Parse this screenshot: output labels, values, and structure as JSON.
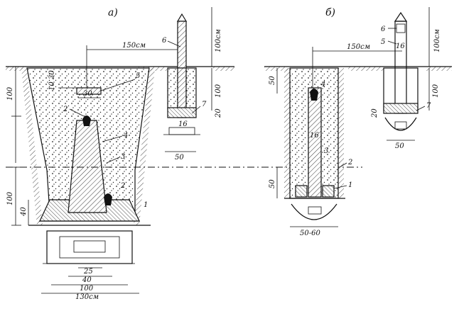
{
  "panel_a": {
    "title": "а)",
    "dimensions": {
      "top_depth": "100",
      "bottom_depth": "100",
      "base_height": "40",
      "small_10": "10",
      "small_30": "30",
      "plate_30": "30",
      "span": "150см",
      "post_height": "100см",
      "post_depth": "100",
      "post_base": "20",
      "post_width": "16",
      "footing": "50",
      "w25": "25",
      "w40": "40",
      "w100": "100",
      "w130": "130см"
    },
    "callouts": [
      "6",
      "5",
      "7",
      "2",
      "4",
      "3",
      "2",
      "1"
    ]
  },
  "panel_b": {
    "title": "б)",
    "dimensions": {
      "top_depth": "50",
      "bottom_depth": "50",
      "span": "150см",
      "post_height": "100см",
      "post_depth": "100",
      "post_base": "20",
      "post_label": "16",
      "post_width": "16",
      "footing": "50",
      "base_width": "50-60"
    },
    "callouts": [
      "6",
      "5",
      "4",
      "3",
      "2",
      "1",
      "7"
    ]
  }
}
